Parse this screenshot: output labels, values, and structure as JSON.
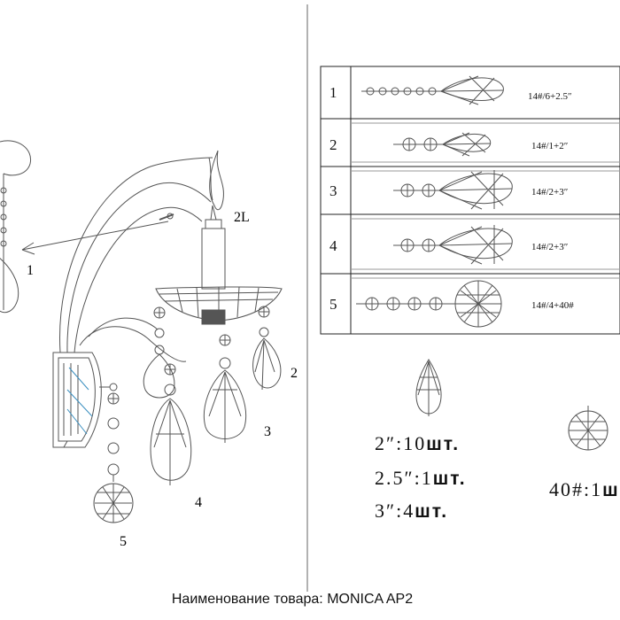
{
  "labels": {
    "n1_left": "1",
    "n2": "2",
    "n3": "3",
    "n4": "4",
    "n5": "5",
    "candle": "2L"
  },
  "table": {
    "rows": [
      {
        "num": "1",
        "spec": "14#/6+2.5″"
      },
      {
        "num": "2",
        "spec": "14#/1+2″"
      },
      {
        "num": "3",
        "spec": "14#/2+3″"
      },
      {
        "num": "4",
        "spec": "14#/2+3″"
      },
      {
        "num": "5",
        "spec": "14#/4+40#"
      }
    ]
  },
  "quantities": {
    "q1": {
      "size": "2″:10",
      "unit": "шт."
    },
    "q2": {
      "size": "2.5″:1",
      "unit": "шт."
    },
    "q3": {
      "size": "3″:4",
      "unit": "шт."
    },
    "q4": {
      "size": "40#:1",
      "unit": "ш"
    }
  },
  "caption": "Наименование товара: MONICA AP2",
  "colors": {
    "line": "#555555",
    "accent": "#3a8fc0"
  }
}
